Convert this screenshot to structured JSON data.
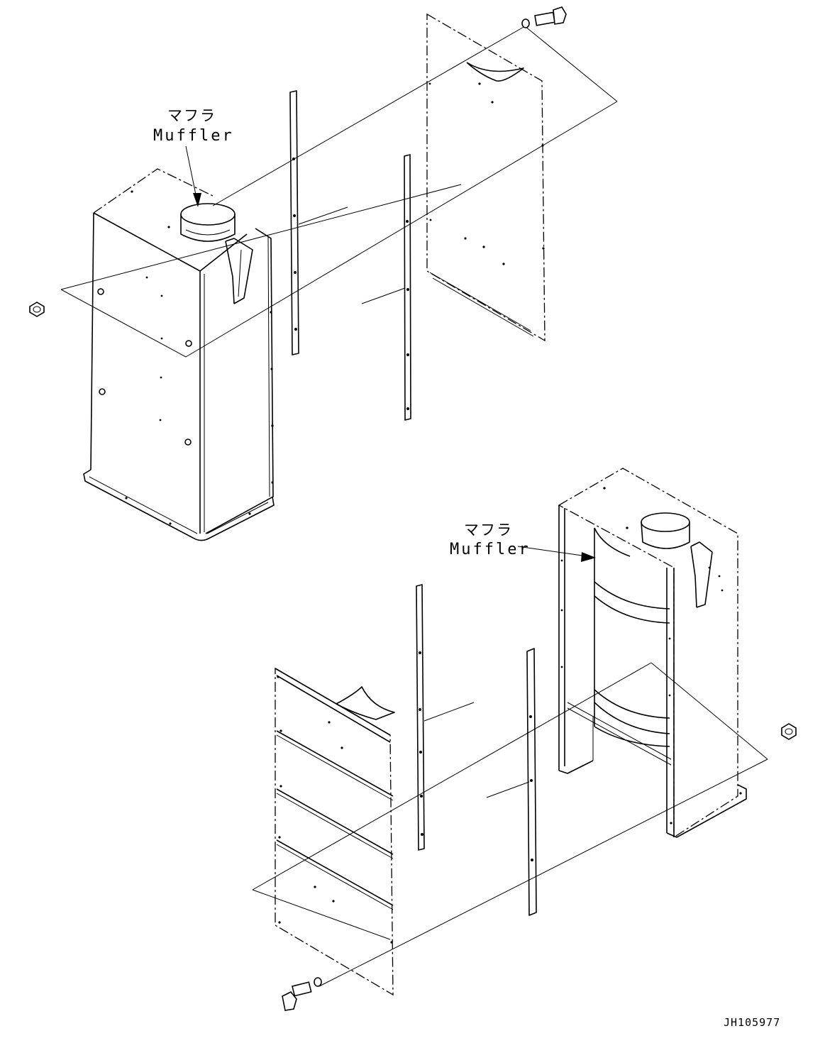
{
  "labels": {
    "top_muffler_ja": "マフラ",
    "top_muffler_en": "Muffler",
    "bottom_muffler_ja": "マフラ",
    "bottom_muffler_en": "Muffler"
  },
  "drawing_code": "JH105977"
}
